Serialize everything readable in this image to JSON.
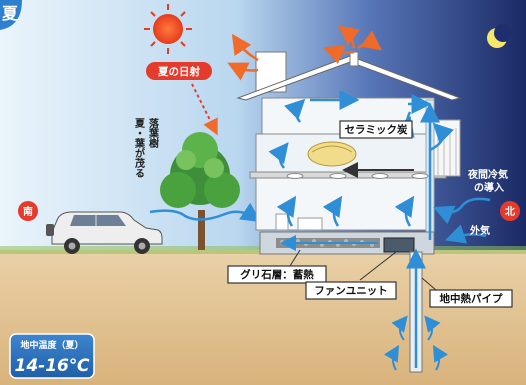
{
  "season_badge": "夏",
  "sun_label": "夏の日射",
  "tree_label_1": "落葉樹",
  "tree_label_2": "夏・葉が茂る",
  "south_label": "南",
  "north_label": "北",
  "ceramic_label": "セラミック炭",
  "night_air_label_1": "夜間冷気",
  "night_air_label_2": "の導入",
  "outside_air_label": "外気",
  "gravel_label": "グリ石層：蓄熱",
  "fan_label": "ファンユニット",
  "geo_pipe_label": "地中熱パイプ",
  "ground_temp_title": "地中温度（夏）",
  "ground_temp_value": "14-16℃",
  "colors": {
    "sky_day": "#cfe6f7",
    "sky_night": "#1c2f6e",
    "ground": "#e6c89a",
    "arrow_blue": "#2f8fd6",
    "arrow_orange": "#f06a2a",
    "badge_red": "#e53b2c",
    "badge_blue": "#3a78c2"
  }
}
